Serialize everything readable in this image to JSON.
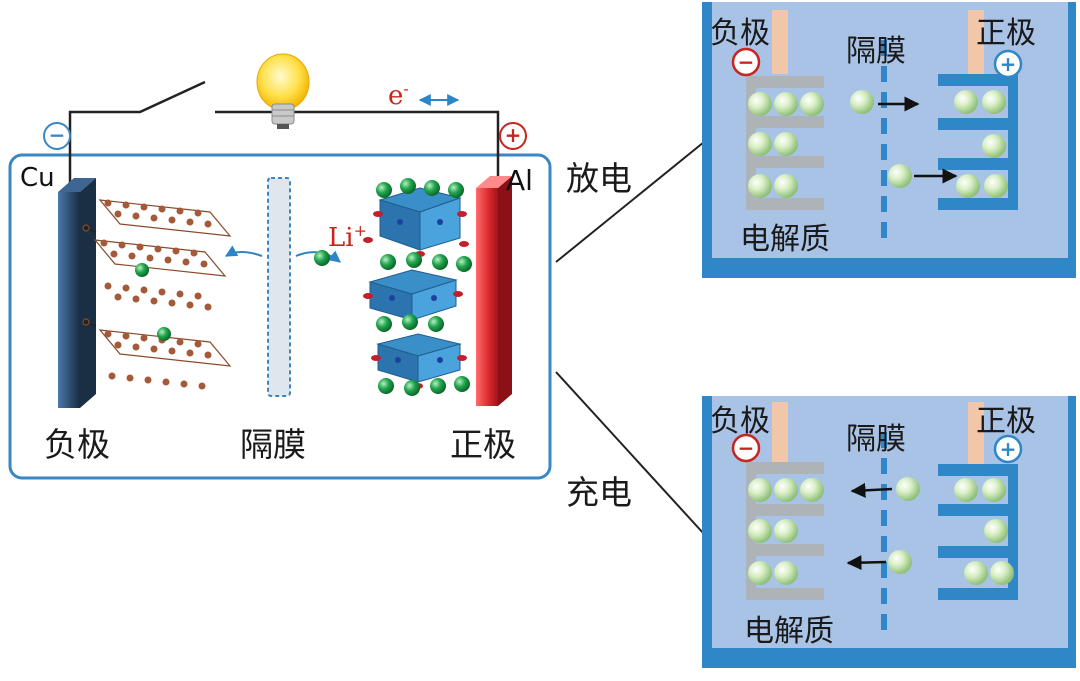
{
  "main_cell": {
    "anode_label": "负极",
    "separator_label": "隔膜",
    "cathode_label": "正极",
    "anode_metal": "Cu",
    "cathode_metal": "Al",
    "electron_label": "e",
    "electron_superscript": "-",
    "ion_label": "Li",
    "ion_superscript": "+",
    "minus_sign": "−",
    "plus_sign": "+"
  },
  "discharge_label": "放电",
  "charge_label": "充电",
  "discharge_panel": {
    "anode_label": "负极",
    "separator_label": "隔膜",
    "cathode_label": "正极",
    "electrolyte_label": "电解质",
    "minus_sign": "−",
    "plus_sign": "+"
  },
  "charge_panel": {
    "anode_label": "负极",
    "separator_label": "隔膜",
    "cathode_label": "正极",
    "electrolyte_label": "电解质",
    "minus_sign": "−",
    "plus_sign": "+"
  },
  "colors": {
    "anode_plate": "#2a4a6b",
    "cathode_plate": "#d8282e",
    "panel_bg": "#a9c3e6",
    "panel_border": "#2e86c6",
    "ion_green": "#1a9a4a",
    "ball_light": "#cfe8b8",
    "arrow_blue": "#2a86c6",
    "label_red": "#c8251f"
  }
}
